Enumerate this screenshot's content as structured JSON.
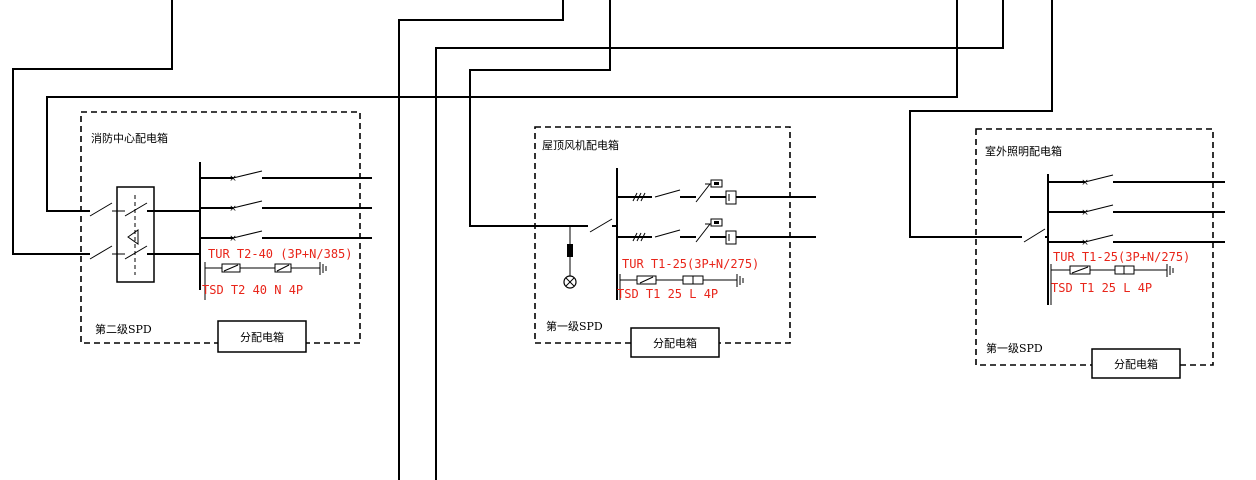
{
  "panels": {
    "fire_center": {
      "title": "消防中心配电箱",
      "level": "第二级SPD",
      "box_label": "分配电箱",
      "tur": "TUR T2-40 (3P+N/385)",
      "tsd": "TSD T2 40 N 4P"
    },
    "roof_fan": {
      "title": "屋顶风机配电箱",
      "level": "第一级SPD",
      "box_label": "分配电箱",
      "tur": "TUR T1-25(3P+N/275)",
      "tsd": "TSD T1 25 L 4P"
    },
    "outdoor_light": {
      "title": "室外照明配电箱",
      "level": "第一级SPD",
      "box_label": "分配电箱",
      "tur": "TUR T1-25(3P+N/275)",
      "tsd": "TSD T1 25 L 4P"
    }
  }
}
